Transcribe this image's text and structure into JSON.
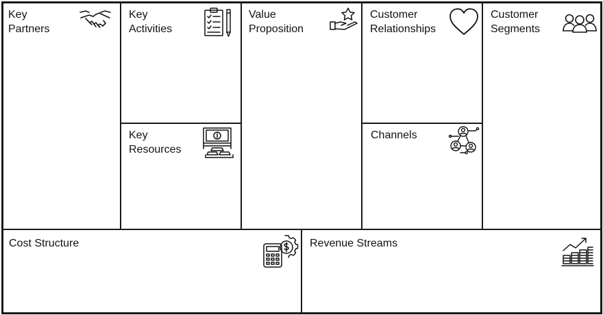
{
  "canvas": {
    "cells": {
      "key_partners": {
        "title": "Key\nPartners",
        "icon": "handshake-icon"
      },
      "key_activities": {
        "title": "Key\nActivities",
        "icon": "checklist-icon"
      },
      "value_proposition": {
        "title": "Value\nProposition",
        "icon": "hand-star-icon"
      },
      "customer_relationships": {
        "title": "Customer\nRelationships",
        "icon": "heart-icon"
      },
      "customer_segments": {
        "title": "Customer\nSegments",
        "icon": "people-icon"
      },
      "key_resources": {
        "title": "Key\nResources",
        "icon": "money-gold-icon"
      },
      "channels": {
        "title": "Channels",
        "icon": "network-people-icon"
      },
      "cost_structure": {
        "title": "Cost Structure",
        "icon": "calculator-gear-icon"
      },
      "revenue_streams": {
        "title": "Revenue Streams",
        "icon": "coins-growth-icon"
      }
    }
  }
}
